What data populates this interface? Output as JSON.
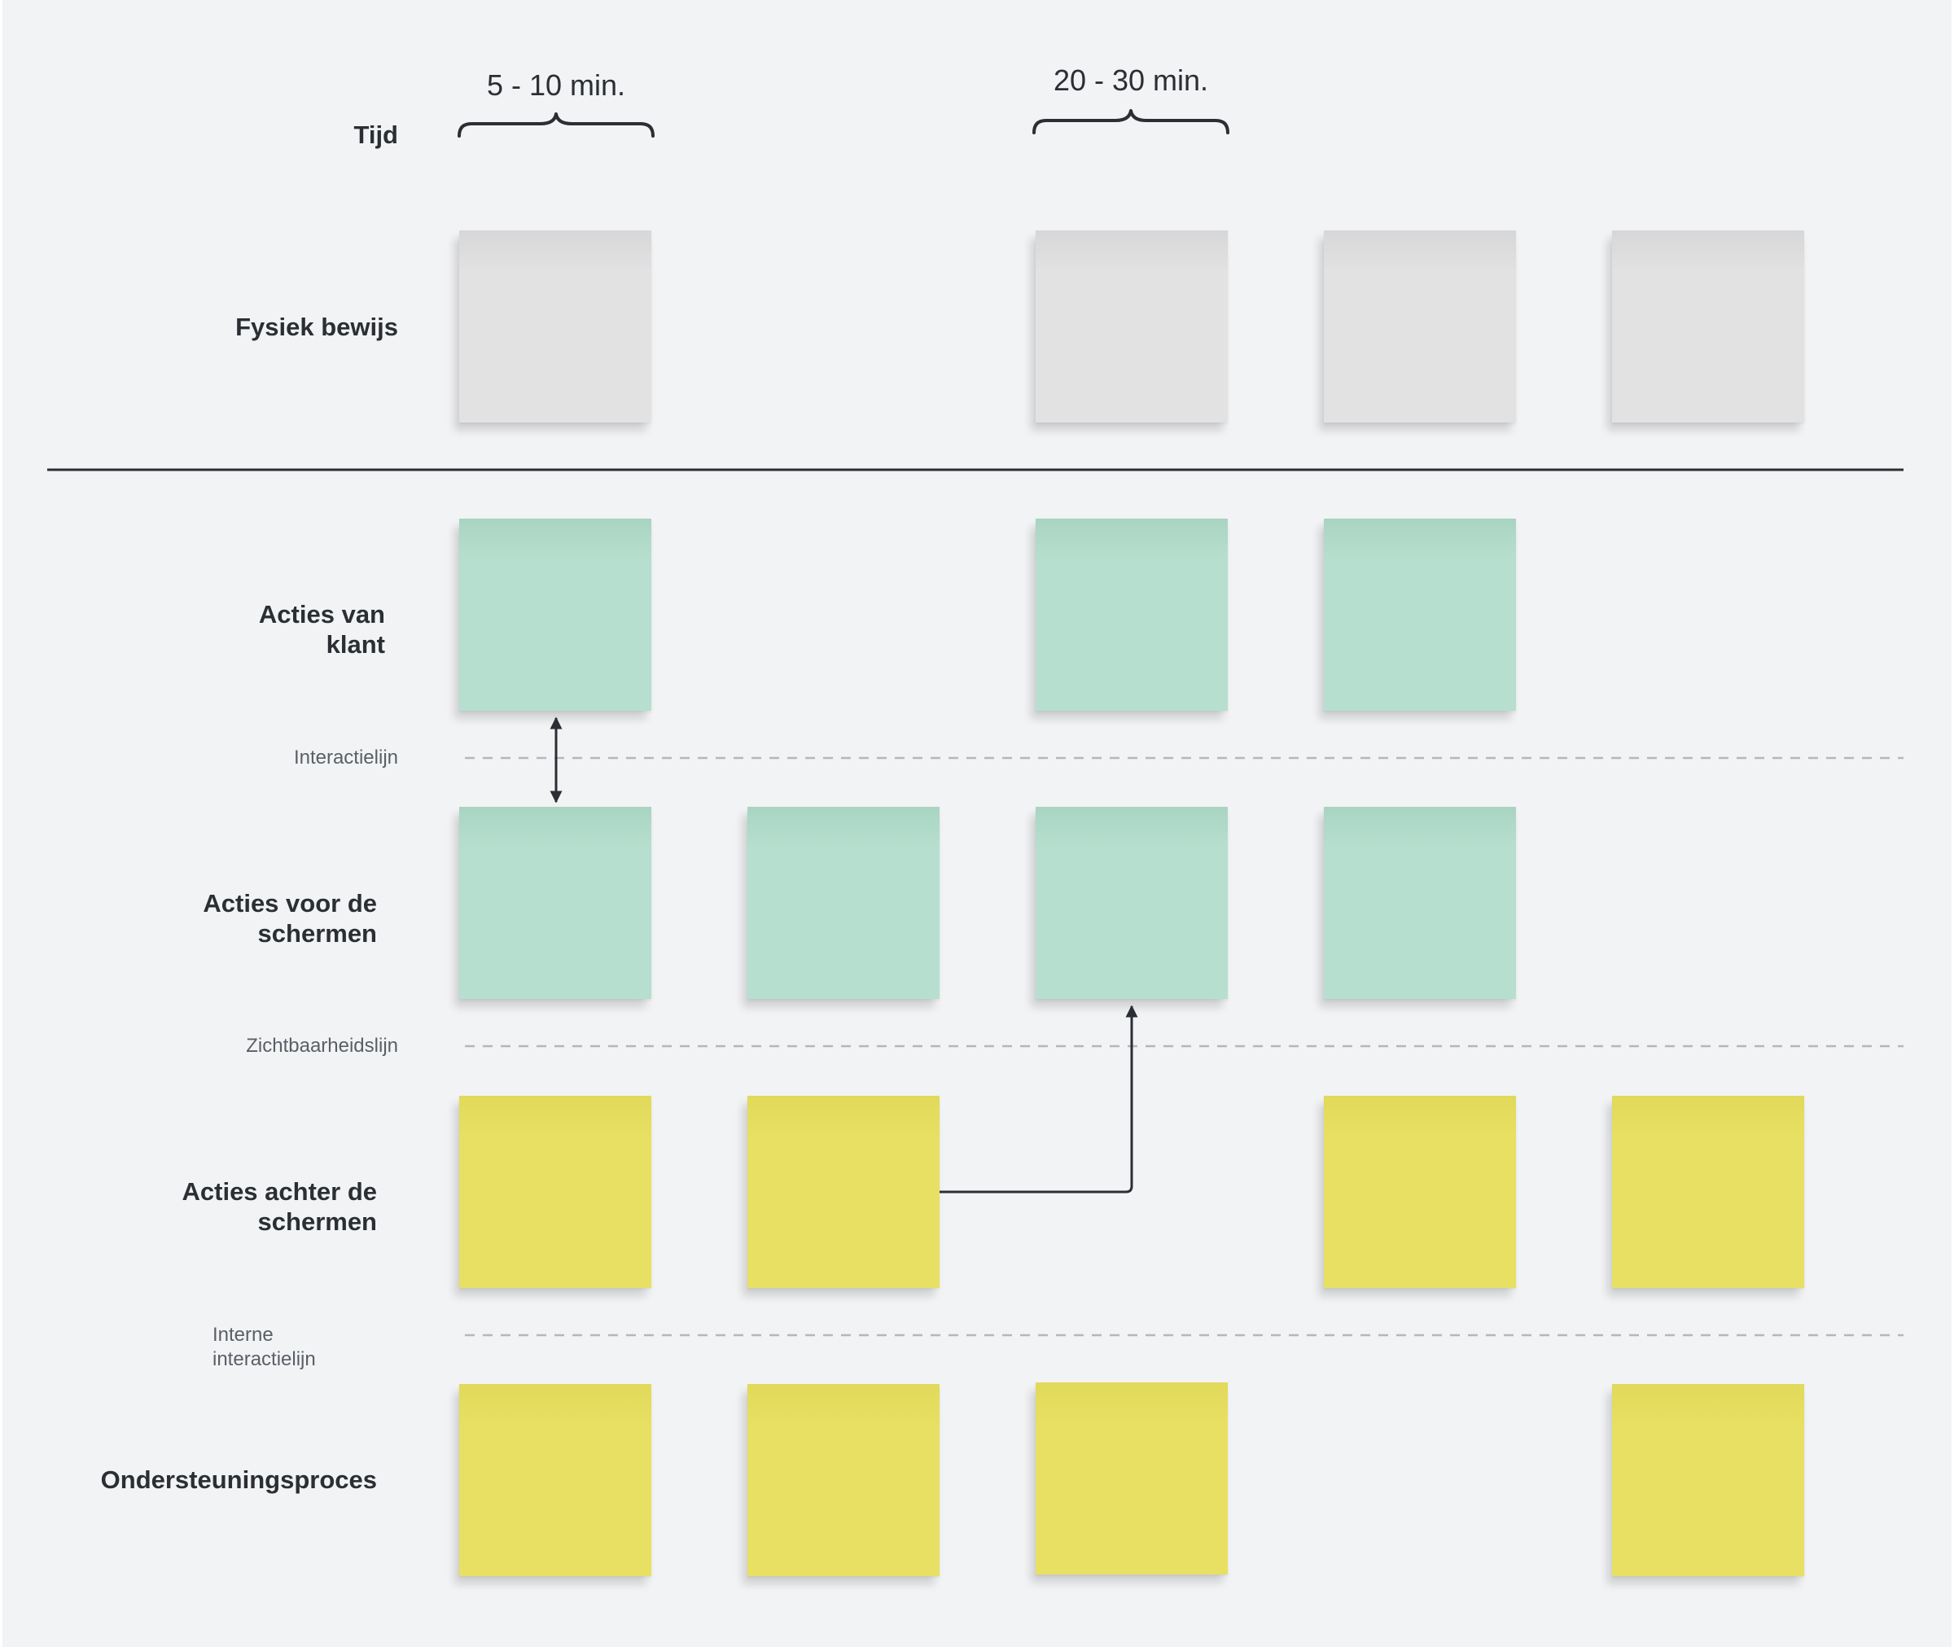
{
  "rows": {
    "tijd": "Tijd",
    "fysiek_bewijs": "Fysiek bewijs",
    "acties_van_klant": "Acties van\nklant",
    "acties_voor_schermen": "Acties voor de\nschermen",
    "acties_achter_schermen": "Acties achter de\nschermen",
    "ondersteuningsproces": "Ondersteuningsproces"
  },
  "lines": {
    "interactielijn": "Interactielijn",
    "zichtbaarheidslijn": "Zichtbaarheidslijn",
    "interne_interactielijn": "Interne\ninteractielijn"
  },
  "time_labels": {
    "first": "5 - 10 min.",
    "second": "20 - 30 min."
  },
  "colors": {
    "gray_note": "#e2e2e3",
    "green_note": "#b7dfcf",
    "yellow_note": "#e8e062",
    "line": "#2b2f33",
    "dashed": "#b4b7bb"
  }
}
